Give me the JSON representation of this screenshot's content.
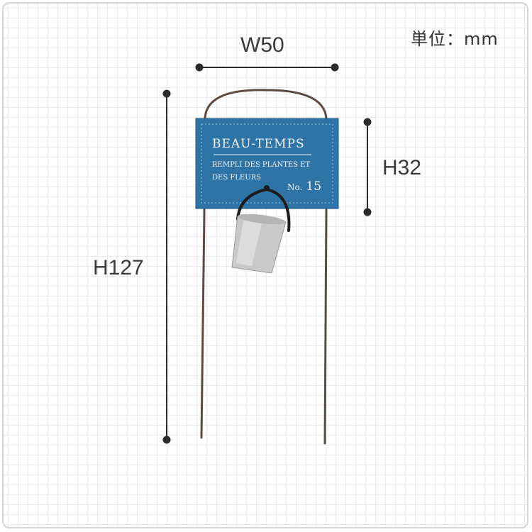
{
  "unit_label": "単位：mm",
  "dimensions": {
    "width_label": "W50",
    "height_label": "H127",
    "sign_height_label": "H32"
  },
  "sign": {
    "title": "BEAU-TEMPS",
    "line1": "REMPLI DES PLANTES ET",
    "line2": "DES FLEURS",
    "number_prefix": "No.",
    "number": "15",
    "color": "#2e74a6"
  },
  "colors": {
    "wire": "#5a4a42",
    "bucket": "#c9c9c9",
    "dimension_line": "#2b2b2b"
  }
}
